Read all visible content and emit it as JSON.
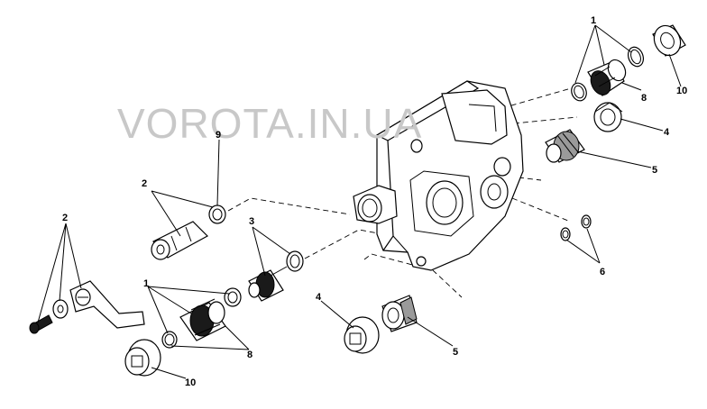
{
  "watermark": "VOROTA.IN.UA",
  "callouts": [
    "1",
    "8",
    "10",
    "4",
    "5",
    "9",
    "2",
    "3",
    "2",
    "6",
    "1",
    "8",
    "10",
    "4",
    "5"
  ]
}
